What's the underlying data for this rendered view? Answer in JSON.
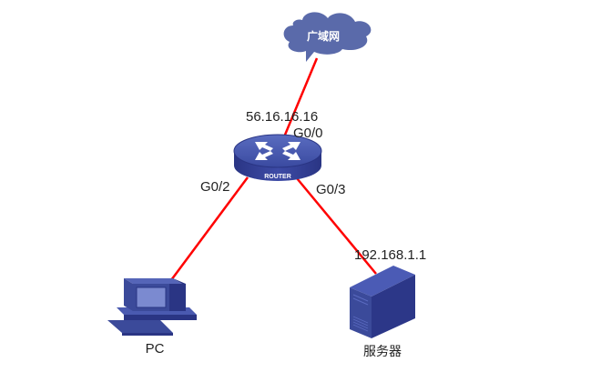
{
  "diagram": {
    "colors": {
      "link": "#ff0000",
      "device": "#3b4a9a",
      "cloud": "#5a6aaa",
      "text": "#222222"
    },
    "nodes": {
      "wan": {
        "label": "广域网",
        "icon": "cloud-icon"
      },
      "router": {
        "label": "ROUTER",
        "icon": "router-icon",
        "wan_ip": "56.16.16.16"
      },
      "pc": {
        "label": "PC",
        "icon": "pc-icon"
      },
      "server": {
        "label": "服务器",
        "icon": "server-icon",
        "ip": "192.168.1.1"
      }
    },
    "links": [
      {
        "from": "router",
        "to": "wan",
        "port": "G0/0"
      },
      {
        "from": "router",
        "to": "pc",
        "port": "G0/2"
      },
      {
        "from": "router",
        "to": "server",
        "port": "G0/3"
      }
    ]
  }
}
